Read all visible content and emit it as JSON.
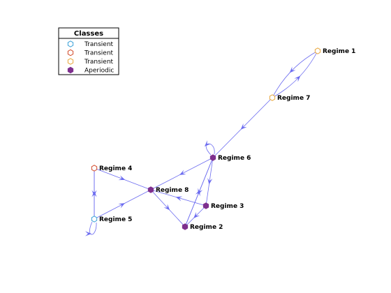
{
  "colors": {
    "edge": "#6b6bf0",
    "transient_blue": "#3aa0d8",
    "transient_red": "#d24a2a",
    "transient_orange": "#e8a63a",
    "aperiodic": "#7e2f8e"
  },
  "legend": {
    "title": "Classes",
    "entries": [
      {
        "label": "Transient",
        "color_key": "transient_blue",
        "filled": false
      },
      {
        "label": "Transient",
        "color_key": "transient_red",
        "filled": false
      },
      {
        "label": "Transient",
        "color_key": "transient_orange",
        "filled": false
      },
      {
        "label": "Aperiodic",
        "color_key": "aperiodic",
        "filled": true
      }
    ]
  },
  "nodes": [
    {
      "id": "r1",
      "label": "Regime 1",
      "color_key": "transient_orange",
      "filled": false
    },
    {
      "id": "r7",
      "label": "Regime 7",
      "color_key": "transient_orange",
      "filled": false
    },
    {
      "id": "r6",
      "label": "Regime 6",
      "color_key": "aperiodic",
      "filled": true
    },
    {
      "id": "r4",
      "label": "Regime 4",
      "color_key": "transient_red",
      "filled": false
    },
    {
      "id": "r8",
      "label": "Regime 8",
      "color_key": "aperiodic",
      "filled": true
    },
    {
      "id": "r3",
      "label": "Regime 3",
      "color_key": "aperiodic",
      "filled": true
    },
    {
      "id": "r5",
      "label": "Regime 5",
      "color_key": "transient_blue",
      "filled": false
    },
    {
      "id": "r2",
      "label": "Regime 2",
      "color_key": "aperiodic",
      "filled": true
    }
  ],
  "edges": [
    {
      "from": "r1",
      "to": "r7"
    },
    {
      "from": "r7",
      "to": "r1"
    },
    {
      "from": "r7",
      "to": "r6"
    },
    {
      "from": "r6",
      "to": "r6"
    },
    {
      "from": "r6",
      "to": "r8"
    },
    {
      "from": "r6",
      "to": "r3"
    },
    {
      "from": "r6",
      "to": "r2"
    },
    {
      "from": "r3",
      "to": "r8"
    },
    {
      "from": "r3",
      "to": "r2"
    },
    {
      "from": "r2",
      "to": "r6"
    },
    {
      "from": "r8",
      "to": "r2"
    },
    {
      "from": "r4",
      "to": "r8"
    },
    {
      "from": "r4",
      "to": "r5"
    },
    {
      "from": "r5",
      "to": "r4"
    },
    {
      "from": "r5",
      "to": "r8"
    },
    {
      "from": "r5",
      "to": "r5"
    }
  ]
}
